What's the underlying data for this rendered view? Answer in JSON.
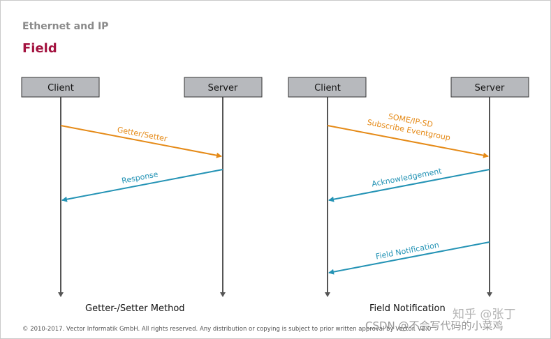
{
  "header": {
    "kicker": "Ethernet and IP",
    "title": "Field"
  },
  "colors": {
    "request": "#e58a17",
    "response": "#2493b5",
    "box_fill": "#b7b9bd",
    "lifeline": "#555555",
    "title": "#a3123f"
  },
  "left": {
    "client": "Client",
    "server": "Server",
    "caption": "Getter-/Setter Method",
    "messages": [
      {
        "label": "Getter/Setter",
        "direction": "to-server",
        "kind": "request"
      },
      {
        "label": "Response",
        "direction": "to-client",
        "kind": "response"
      }
    ]
  },
  "right": {
    "client": "Client",
    "server": "Server",
    "caption": "Field Notification",
    "messages": [
      {
        "label": [
          "SOME/IP-SD",
          "Subscribe Eventgroup"
        ],
        "direction": "to-server",
        "kind": "request"
      },
      {
        "label": "Acknowledgement",
        "direction": "to-client",
        "kind": "response"
      },
      {
        "label": "Field Notification",
        "direction": "to-client",
        "kind": "response"
      }
    ]
  },
  "footer": "© 2010-2017. Vector Informatik GmbH. All rights reserved. Any distribution or copying is subject to prior written approval by Vector. V2.0",
  "watermarks": {
    "zhihu": "知乎 @张丁",
    "csdn": "CSDN @不会写代码的小菜鸡"
  }
}
